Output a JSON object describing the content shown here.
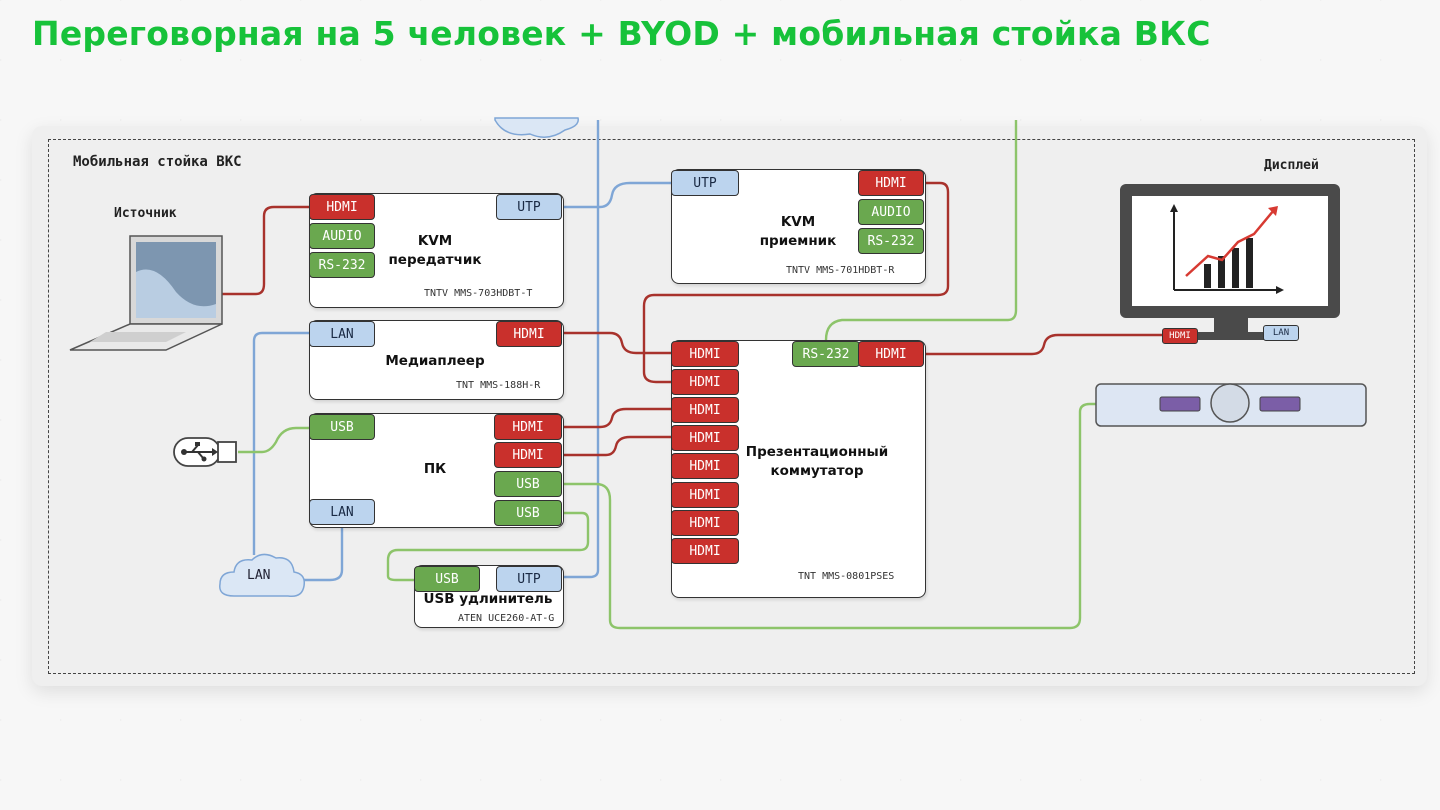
{
  "title": "Переговорная на 5 человек + BYOD + мобильная стойка ВКС",
  "panel_label": "Мобильная стойка ВКС",
  "source": {
    "label": "Источник"
  },
  "display": {
    "label": "Дисплей",
    "ports": [
      "HDMI",
      "LAN"
    ]
  },
  "lan_cloud": {
    "label": "LAN"
  },
  "kvm_tx": {
    "name": "KVM\nпередатчик",
    "model": "TNTV MMS-703HDBT-T",
    "ports": [
      "HDMI",
      "AUDIO",
      "RS-232",
      "UTP"
    ]
  },
  "kvm_rx": {
    "name": "KVM\nприемник",
    "model": "TNTV MMS-701HDBT-R",
    "ports": [
      "UTP",
      "HDMI",
      "AUDIO",
      "RS-232"
    ]
  },
  "mediaplayer": {
    "name": "Медиаплеер",
    "model": "TNT MMS-188H-R",
    "ports": [
      "LAN",
      "HDMI"
    ]
  },
  "pc": {
    "name": "ПК",
    "ports": [
      "USB",
      "LAN",
      "HDMI",
      "HDMI",
      "USB",
      "USB"
    ]
  },
  "usb_ext": {
    "name": "USB удлинитель",
    "model": "ATEN UCE260-AT-G",
    "ports": [
      "USB",
      "UTP"
    ]
  },
  "switcher": {
    "name": "Презентационный\nкоммутатор",
    "model": "TNT MMS-0801PSES",
    "inputs": [
      "HDMI",
      "HDMI",
      "HDMI",
      "HDMI",
      "HDMI",
      "HDMI",
      "HDMI",
      "HDMI"
    ],
    "ports": [
      "RS-232",
      "HDMI"
    ]
  },
  "colors": {
    "title": "#17c23a",
    "hdmi_cable": "#a8322c",
    "utp_cable": "#7fa6d6",
    "usb_cable": "#8dc46a",
    "port_hdmi": "#c9302c",
    "port_green": "#6aa84f",
    "port_blue": "#bcd4ee"
  }
}
